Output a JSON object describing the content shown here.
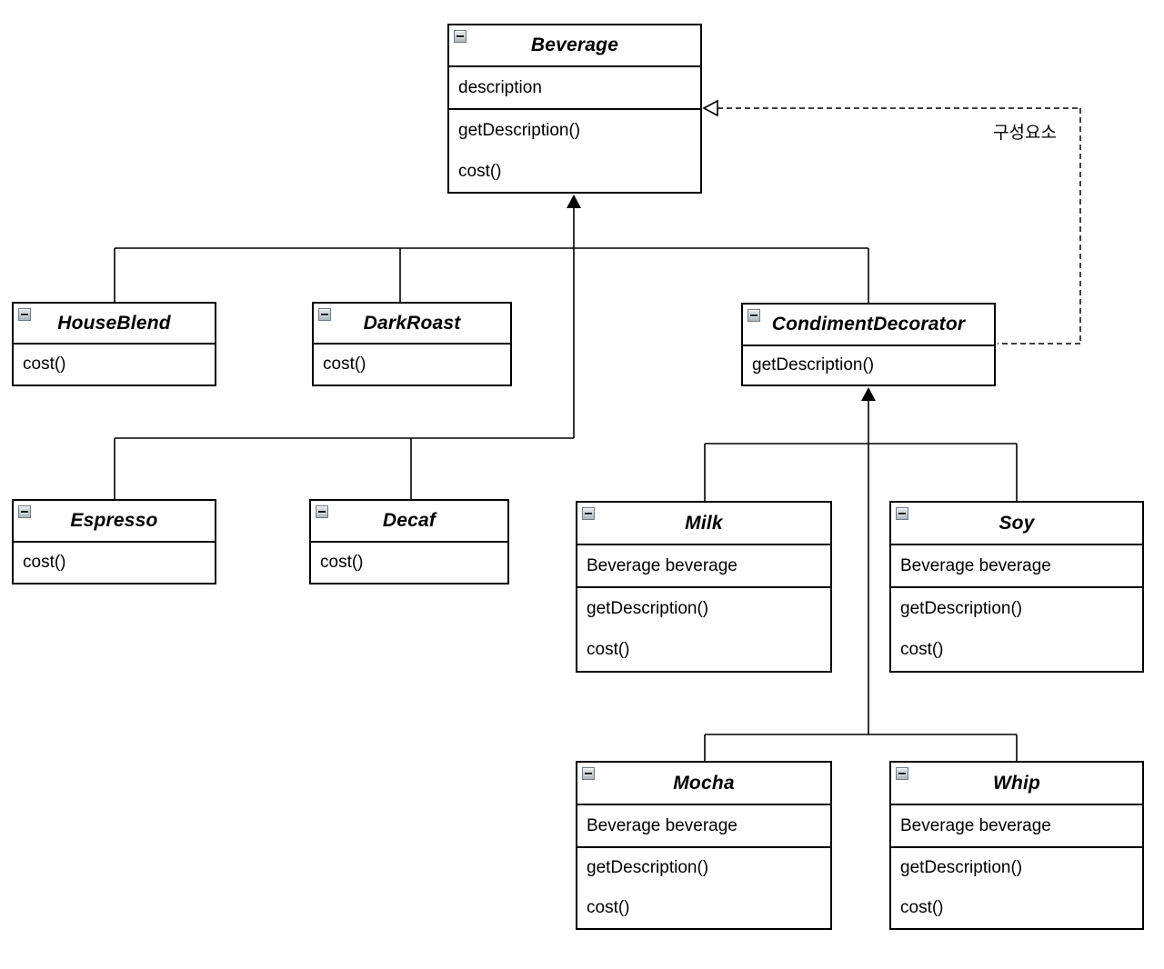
{
  "diagram": {
    "classes": [
      {
        "name": "Beverage",
        "fields": [
          "description"
        ],
        "methods": [
          "getDescription()",
          "cost()"
        ]
      },
      {
        "name": "HouseBlend",
        "fields": [],
        "methods": [
          "cost()"
        ]
      },
      {
        "name": "DarkRoast",
        "fields": [],
        "methods": [
          "cost()"
        ]
      },
      {
        "name": "CondimentDecorator",
        "fields": [],
        "methods": [
          "getDescription()"
        ]
      },
      {
        "name": "Espresso",
        "fields": [],
        "methods": [
          "cost()"
        ]
      },
      {
        "name": "Decaf",
        "fields": [],
        "methods": [
          "cost()"
        ]
      },
      {
        "name": "Milk",
        "fields": [
          "Beverage beverage"
        ],
        "methods": [
          "getDescription()",
          "cost()"
        ]
      },
      {
        "name": "Soy",
        "fields": [
          "Beverage beverage"
        ],
        "methods": [
          "getDescription()",
          "cost()"
        ]
      },
      {
        "name": "Mocha",
        "fields": [
          "Beverage beverage"
        ],
        "methods": [
          "getDescription()",
          "cost()"
        ]
      },
      {
        "name": "Whip",
        "fields": [
          "Beverage beverage"
        ],
        "methods": [
          "getDescription()",
          "cost()"
        ]
      }
    ],
    "association": {
      "label": "구성요소"
    },
    "icons": {
      "collapse_icon": "minus"
    },
    "colors": {
      "line": "#000000",
      "box_background": "#ffffff",
      "text": "#000000",
      "collapse_icon_background": "#c3cdd5"
    }
  }
}
